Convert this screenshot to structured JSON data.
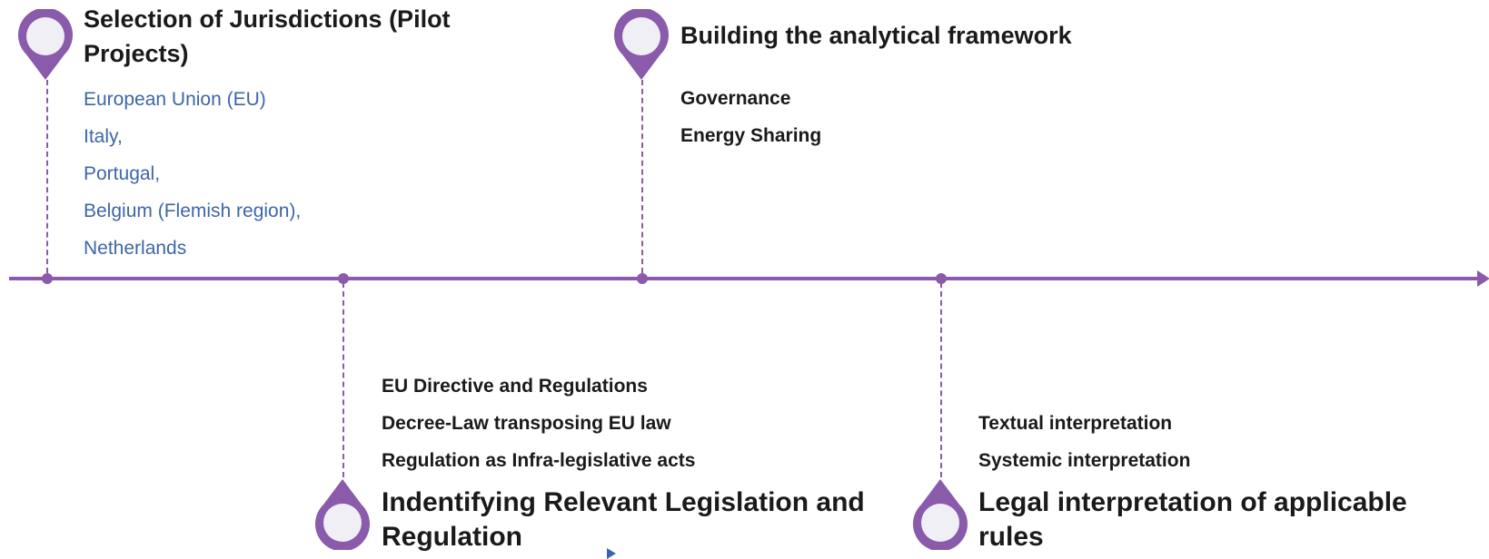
{
  "milestones": [
    {
      "title": "Selection of Jurisdictions (Pilot Projects)",
      "items": [
        "European Union (EU)",
        "Italy,",
        "Portugal,",
        "Belgium (Flemish region),",
        "Netherlands"
      ]
    },
    {
      "title": "Indentifying Relevant Legislation and Regulation",
      "items": [
        "EU Directive and Regulations",
        "Decree-Law transposing EU law",
        "Regulation as Infra-legislative acts"
      ]
    },
    {
      "title": "Building the analytical framework",
      "items": [
        "Governance",
        "Energy Sharing"
      ]
    },
    {
      "title": "Legal interpretation of applicable rules",
      "items": [
        "Textual interpretation",
        "Systemic interpretation"
      ]
    }
  ],
  "colors": {
    "accent": "#8a5aab",
    "pin_inner": "#efeff5",
    "item_blue": "#3d66a8",
    "text": "#1a1a1a"
  },
  "icons": {
    "milestone": "location-pin-icon",
    "timeline_end": "arrow-right-icon"
  }
}
